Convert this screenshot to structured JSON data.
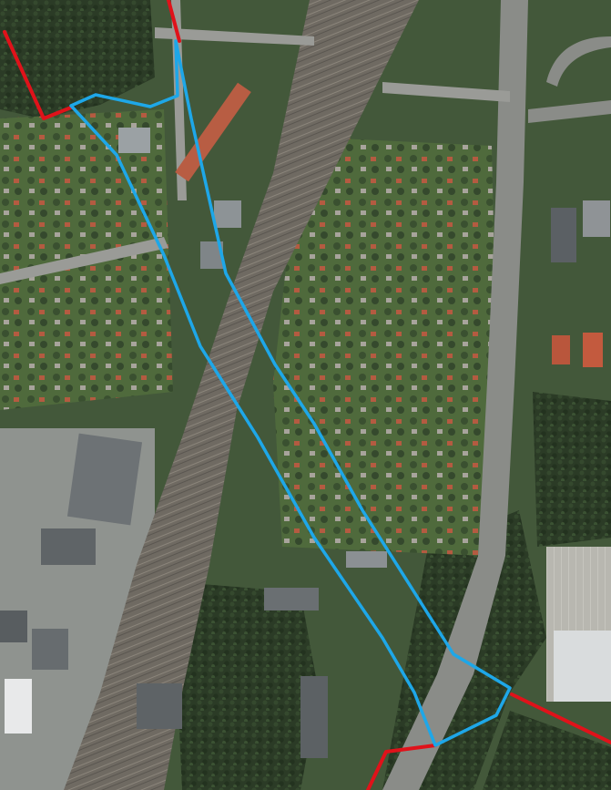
{
  "map": {
    "type": "aerial-imagery",
    "overlays": [
      {
        "name": "blue-route",
        "color": "#1ea7e8"
      },
      {
        "name": "red-route",
        "color": "#e0121a"
      }
    ],
    "colors": {
      "forest": "#2b3b26",
      "grass": "#5f7a44",
      "railway": "#6f6a62",
      "highway": "#8a8c88",
      "roof": "#c35a3e",
      "building": "#9aa0a3",
      "parking": "#b8b7b0"
    }
  }
}
